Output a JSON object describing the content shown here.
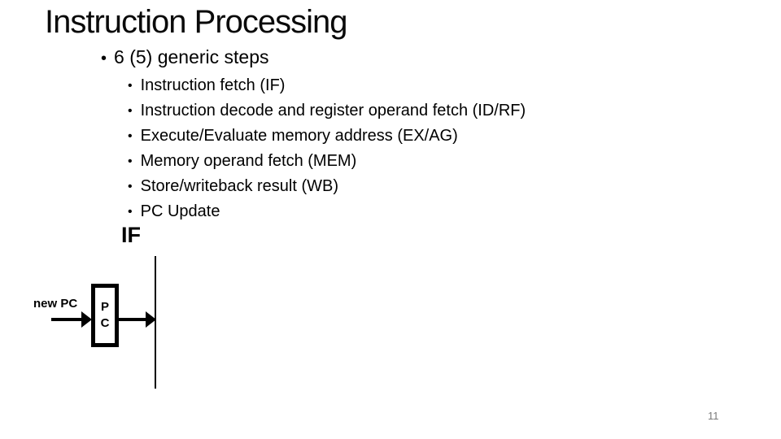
{
  "slide": {
    "title": "Instruction Processing",
    "bullet_char": "•",
    "main_bullet": "6 (5) generic steps",
    "steps": [
      "Instruction fetch (IF)",
      "Instruction decode and register operand fetch (ID/RF)",
      "Execute/Evaluate memory address (EX/AG)",
      "Memory operand fetch (MEM)",
      "Store/writeback result (WB)",
      "PC Update"
    ],
    "stage_label": "IF",
    "diagram": {
      "input_label": "new PC",
      "box_lines": [
        "P",
        "C"
      ]
    },
    "page_number": "11",
    "colors": {
      "background": "#ffffff",
      "text": "#000000",
      "page_number": "#7a7a7a"
    }
  }
}
